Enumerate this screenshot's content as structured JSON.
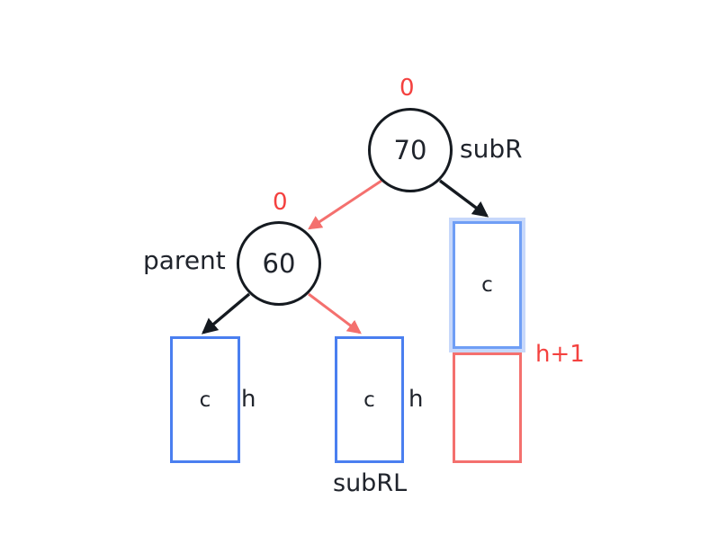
{
  "diagram": {
    "title": "AVL tree right-left rotation case",
    "background": "#ffffff",
    "colors": {
      "node_stroke": "#151a20",
      "black_edge": "#151a20",
      "red_edge": "#f4706e",
      "red_text": "#f4413f",
      "blue_rect": "#4a7ff0",
      "blue_rect_highlight": "#6f9ef5",
      "blue_rect_glow": "#c7d8fb",
      "red_rect": "#f4706e",
      "text": "#20242c"
    },
    "nodes": [
      {
        "id": "node-70",
        "value": "70",
        "balance_factor": "0",
        "side_label": "subR"
      },
      {
        "id": "node-60",
        "value": "60",
        "balance_factor": "0",
        "side_label": "parent"
      }
    ],
    "rectangles": [
      {
        "id": "rect-left",
        "text": "c",
        "height_label": "h",
        "caption": "",
        "style": "blue"
      },
      {
        "id": "rect-subrl",
        "text": "c",
        "height_label": "h",
        "caption": "subRL",
        "style": "blue"
      },
      {
        "id": "rect-subr-c",
        "text": "c",
        "height_label": "",
        "caption": "",
        "style": "blue-highlight"
      },
      {
        "id": "rect-subr-red",
        "text": "",
        "height_label": "h+1",
        "caption": "",
        "style": "red"
      }
    ],
    "labels": {
      "balance_70": "0",
      "balance_60": "0",
      "subr": "subR",
      "parent": "parent",
      "h_left": "h",
      "h_mid": "h",
      "subrl": "subRL",
      "h_plus_1": "h+1",
      "c_left": "c",
      "c_mid": "c",
      "c_subr": "c",
      "value_70": "70",
      "value_60": "60"
    },
    "edges": [
      {
        "from": "node-70",
        "to": "node-60",
        "color": "red",
        "name": "edge-70-to-60"
      },
      {
        "from": "node-70",
        "to": "rect-subr-c",
        "color": "black",
        "name": "edge-70-to-subr-c"
      },
      {
        "from": "node-60",
        "to": "rect-left",
        "color": "black",
        "name": "edge-60-to-left"
      },
      {
        "from": "node-60",
        "to": "rect-subrl",
        "color": "red",
        "name": "edge-60-to-subrl"
      }
    ]
  }
}
